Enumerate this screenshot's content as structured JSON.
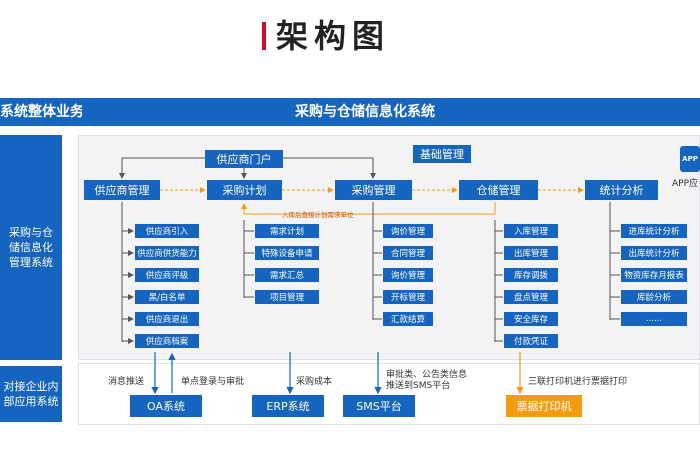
{
  "page_title": "架构图",
  "header": {
    "left_label": "系统整体业务",
    "center_label": "采购与仓储信息化系统"
  },
  "side": {
    "top_label": "采购与仓\n储信息化\n管理系统",
    "bottom_label": "对接企业内\n部应用系统"
  },
  "top_nodes": {
    "supplier_portal": "供应商门户",
    "basic_mgmt": "基础管理",
    "app_icon_text": "APP",
    "app_label": "APP应"
  },
  "modules": [
    {
      "label": "供应商管理",
      "items": [
        "供应商引入",
        "供应商供货能力",
        "供应商评级",
        "黑/白名单",
        "供应商退出",
        "供应商档案"
      ]
    },
    {
      "label": "采购计划",
      "items": [
        "需求计划",
        "特殊设备申请",
        "需求汇总",
        "项目管理"
      ]
    },
    {
      "label": "采购管理",
      "items": [
        "询价管理",
        "合同管理",
        "询价管理",
        "开标管理",
        "汇款结算"
      ]
    },
    {
      "label": "仓储管理",
      "items": [
        "入库管理",
        "出库管理",
        "库存调拨",
        "盘点管理",
        "安全库存",
        "付款凭证"
      ]
    },
    {
      "label": "统计分析",
      "items": [
        "进库统计分析",
        "出库统计分析",
        "物资库存月报表",
        "库龄分析",
        "......"
      ]
    }
  ],
  "flow_note": "入库后直接计划需求单位",
  "bottom_notes": {
    "msg_push": "消息推送",
    "sso": "单点登录与审批",
    "purchase_cost": "采购成本",
    "approval": "审批类、公告类信息\n推送到SMS平台",
    "print": "三联打印机进行票据打印"
  },
  "bottom_systems": {
    "oa": "OA系统",
    "erp": "ERP系统",
    "sms": "SMS平台",
    "printer": "票据打印机"
  },
  "colors": {
    "primary": "#1565c0",
    "accent_orange": "#f39c12",
    "title_bar": "#c8102e"
  }
}
